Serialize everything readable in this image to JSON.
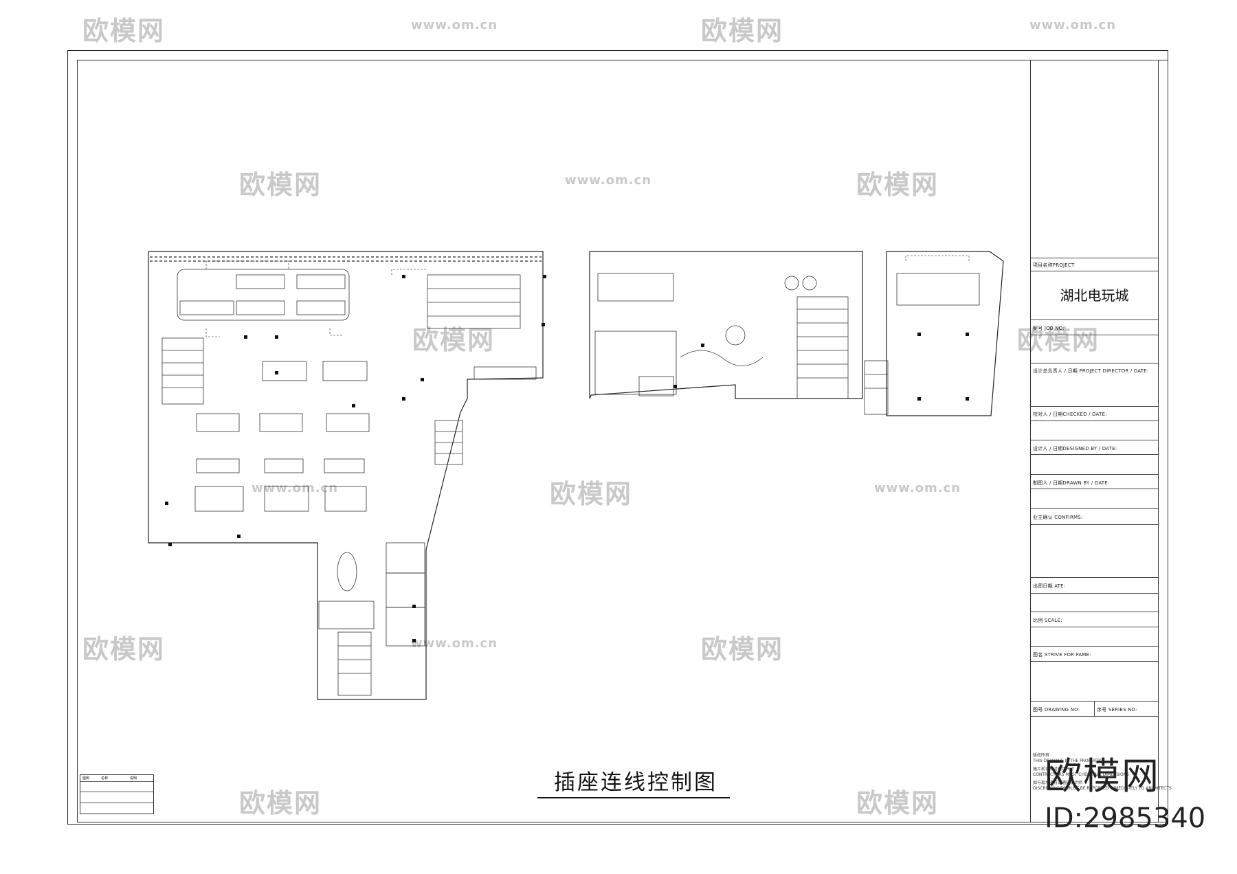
{
  "drawing_title": "插座连线控制图",
  "title_block": {
    "project_label": "项目名称PROJECT",
    "project_name": "湖北电玩城",
    "project_no_label": "案号 JOB NO:",
    "director_label": "设计总负责人 / 日期 PROJECT DIRECTOR / DATE:",
    "checked_label": "校对人 / 日期CHECKED / DATE:",
    "designed_label": "设计人 / 日期DESIGNED BY / DATE:",
    "drawn_label": "制图人 / 日期DRAWN BY / DATE:",
    "confirm_label": "业主确认 CONFIRMS:",
    "date_label": "出图日期 ATE:",
    "scale_label": "比例 SCALE:",
    "drawing_name_label": "图名 STRIVE FOR FAME:",
    "drawing_no_label": "图号 DRAWING NO:",
    "series_no_label": "序号 SERIES NO:"
  },
  "notes": [
    "版权所有",
    "THIS DRAWING IS THE PROPERTY",
    "施工前请核对现场尺寸",
    "CONTRACTORS MUST CHECK ALL DIMENSIONS",
    "如与现场不符请通知设计师",
    "DISCREPANCIES MUST BE REPORTED IMMEDIATELY TO ARCHITECTS"
  ],
  "legend": {
    "headers": [
      "图例",
      "名称",
      "说明"
    ]
  },
  "brand": {
    "name": "欧模网",
    "id": "ID:2985340",
    "watermark_logo": "欧模网",
    "watermark_url": "www.om.cn"
  },
  "colors": {
    "line": "#222222",
    "watermark": "#c9c9c9"
  }
}
